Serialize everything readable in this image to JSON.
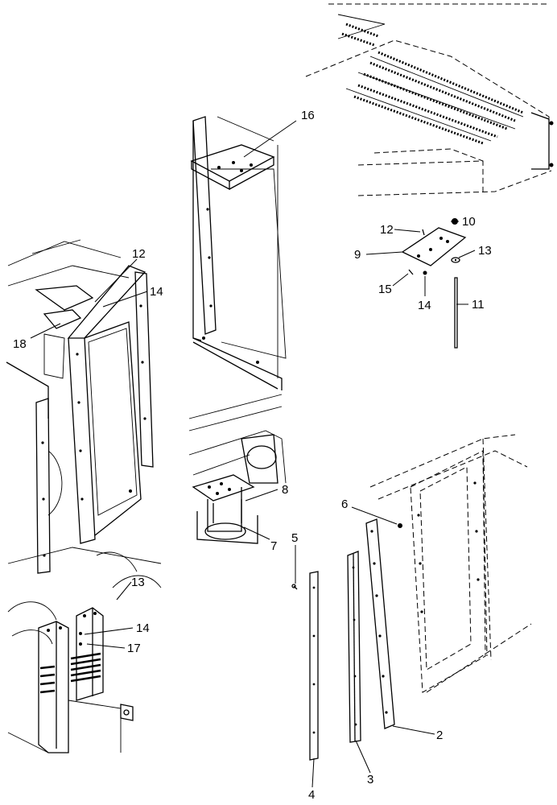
{
  "callouts": {
    "c2": "2",
    "c3": "3",
    "c4": "4",
    "c5": "5",
    "c6": "6",
    "c7": "7",
    "c8": "8",
    "c9": "9",
    "c10": "10",
    "c11": "11",
    "c12a": "12",
    "c12b": "12",
    "c13a": "13",
    "c13b": "13",
    "c14a": "14",
    "c14b": "14",
    "c14c": "14",
    "c15": "15",
    "c16": "16",
    "c17": "17",
    "c18": "18"
  }
}
